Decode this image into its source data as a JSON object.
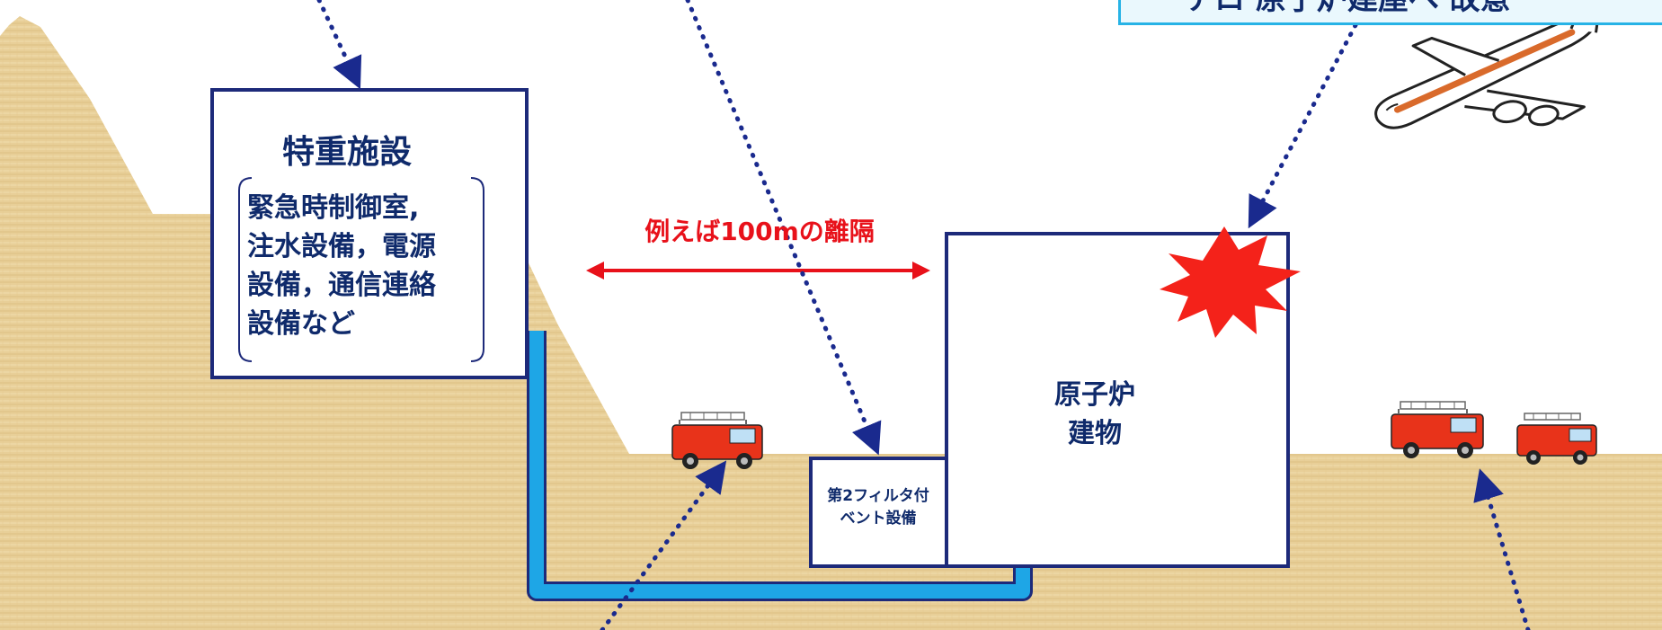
{
  "diagram": {
    "callout_partial_text": "テロ 原子炉建屋へ 故意",
    "separation_label": "例えば100mの離隔",
    "facility": {
      "title": "特重施設",
      "details": "緊急時制御室,\n注水設備，電源\n設備，通信連絡\n設備など"
    },
    "reactor_label": "原子炉\n建物",
    "vent_label": "第2フィルタ付\nベント設備"
  },
  "colors": {
    "ground": "#e8cf98",
    "building_border": "#1d2a7a",
    "label_text": "#0f2a6b",
    "water_pipe": "#1ea6e6",
    "arrow_red": "#e8111a",
    "explosion_red": "#f4221a",
    "dotted_arrow": "#1a2a8e",
    "callout_border": "#27b3e6"
  },
  "icons": [
    "airplane-icon",
    "fire-truck-icon",
    "explosion-icon"
  ]
}
